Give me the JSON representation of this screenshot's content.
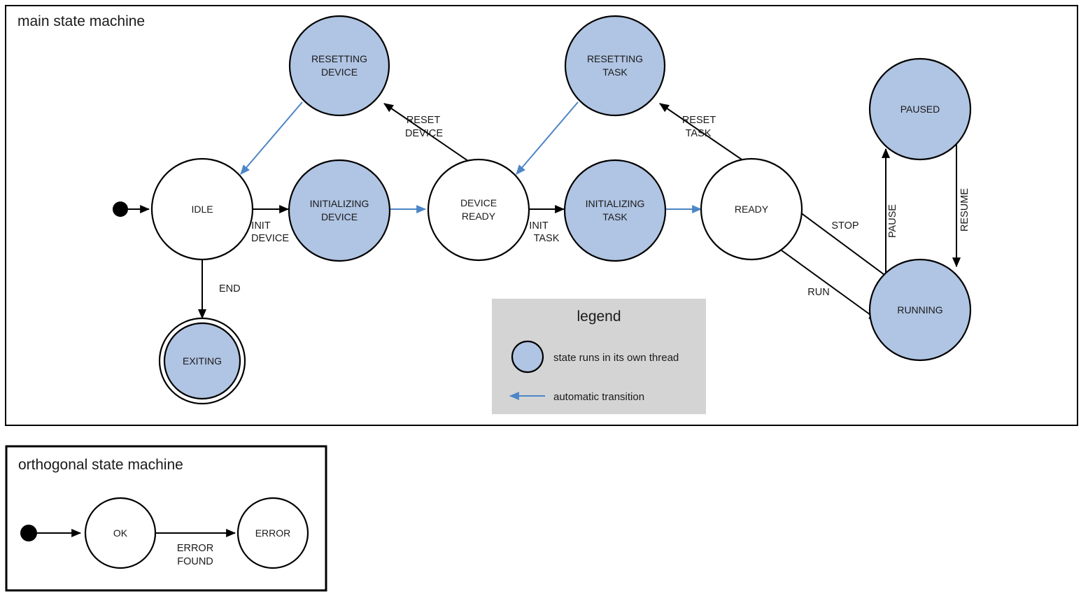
{
  "colors": {
    "thread_state_fill": "#b0c4e3",
    "plain_state_fill": "#ffffff",
    "stroke": "#000000",
    "auto_transition": "#4c86c6",
    "legend_background": "#d4d4d4",
    "page_background": "#ffffff"
  },
  "main_machine": {
    "title": "main state machine",
    "states": [
      {
        "id": "idle",
        "label_line1": "IDLE",
        "label_line2": "",
        "thread": false,
        "final": false
      },
      {
        "id": "resetting-device",
        "label_line1": "RESETTING",
        "label_line2": "DEVICE",
        "thread": true,
        "final": false
      },
      {
        "id": "initializing-device",
        "label_line1": "INITIALIZING",
        "label_line2": "DEVICE",
        "thread": true,
        "final": false
      },
      {
        "id": "device-ready",
        "label_line1": "DEVICE",
        "label_line2": "READY",
        "thread": false,
        "final": false
      },
      {
        "id": "resetting-task",
        "label_line1": "RESETTING",
        "label_line2": "TASK",
        "thread": true,
        "final": false
      },
      {
        "id": "initializing-task",
        "label_line1": "INITIALIZING",
        "label_line2": "TASK",
        "thread": true,
        "final": false
      },
      {
        "id": "ready",
        "label_line1": "READY",
        "label_line2": "",
        "thread": false,
        "final": false
      },
      {
        "id": "paused",
        "label_line1": "PAUSED",
        "label_line2": "",
        "thread": true,
        "final": false
      },
      {
        "id": "running",
        "label_line1": "RUNNING",
        "label_line2": "",
        "thread": true,
        "final": false
      },
      {
        "id": "exiting",
        "label_line1": "EXITING",
        "label_line2": "",
        "thread": true,
        "final": true
      }
    ],
    "transitions": [
      {
        "id": "start-to-idle",
        "from": "start",
        "to": "idle",
        "label_line1": "",
        "label_line2": "",
        "automatic": false
      },
      {
        "id": "idle-init-device",
        "from": "idle",
        "to": "initializing-device",
        "label_line1": "INIT",
        "label_line2": "DEVICE",
        "automatic": false
      },
      {
        "id": "initdev-auto",
        "from": "initializing-device",
        "to": "device-ready",
        "label_line1": "",
        "label_line2": "",
        "automatic": true
      },
      {
        "id": "devready-reset-device",
        "from": "device-ready",
        "to": "resetting-device",
        "label_line1": "RESET",
        "label_line2": "DEVICE",
        "automatic": false
      },
      {
        "id": "resetdev-auto",
        "from": "resetting-device",
        "to": "idle",
        "label_line1": "",
        "label_line2": "",
        "automatic": true
      },
      {
        "id": "devready-init-task",
        "from": "device-ready",
        "to": "initializing-task",
        "label_line1": "INIT",
        "label_line2": "TASK",
        "automatic": false
      },
      {
        "id": "inittask-auto",
        "from": "initializing-task",
        "to": "ready",
        "label_line1": "",
        "label_line2": "",
        "automatic": true
      },
      {
        "id": "ready-reset-task",
        "from": "ready",
        "to": "resetting-task",
        "label_line1": "RESET",
        "label_line2": "TASK",
        "automatic": false
      },
      {
        "id": "resettask-auto",
        "from": "resetting-task",
        "to": "device-ready",
        "label_line1": "",
        "label_line2": "",
        "automatic": true
      },
      {
        "id": "ready-run",
        "from": "ready",
        "to": "running",
        "label_line1": "RUN",
        "label_line2": "",
        "automatic": false
      },
      {
        "id": "running-stop",
        "from": "running",
        "to": "ready",
        "label_line1": "STOP",
        "label_line2": "",
        "automatic": false
      },
      {
        "id": "running-pause",
        "from": "running",
        "to": "paused",
        "label_line1": "PAUSE",
        "label_line2": "",
        "automatic": false
      },
      {
        "id": "paused-resume",
        "from": "paused",
        "to": "running",
        "label_line1": "RESUME",
        "label_line2": "",
        "automatic": false
      },
      {
        "id": "idle-end",
        "from": "idle",
        "to": "exiting",
        "label_line1": "END",
        "label_line2": "",
        "automatic": false
      }
    ]
  },
  "legend": {
    "title": "legend",
    "entries": [
      {
        "id": "thread-state",
        "symbol": "blue-circle",
        "text": "state runs in its own thread"
      },
      {
        "id": "automatic-transition",
        "symbol": "blue-left-arrow",
        "text": "automatic transition"
      }
    ]
  },
  "orthogonal_machine": {
    "title": "orthogonal state machine",
    "states": [
      {
        "id": "ok",
        "label_line1": "OK",
        "label_line2": "",
        "thread": false,
        "final": false
      },
      {
        "id": "error",
        "label_line1": "ERROR",
        "label_line2": "",
        "thread": false,
        "final": false
      }
    ],
    "transitions": [
      {
        "id": "start-to-ok",
        "from": "start",
        "to": "ok",
        "label_line1": "",
        "label_line2": "",
        "automatic": false
      },
      {
        "id": "ok-to-error",
        "from": "ok",
        "to": "error",
        "label_line1": "ERROR",
        "label_line2": "FOUND",
        "automatic": false
      }
    ]
  }
}
